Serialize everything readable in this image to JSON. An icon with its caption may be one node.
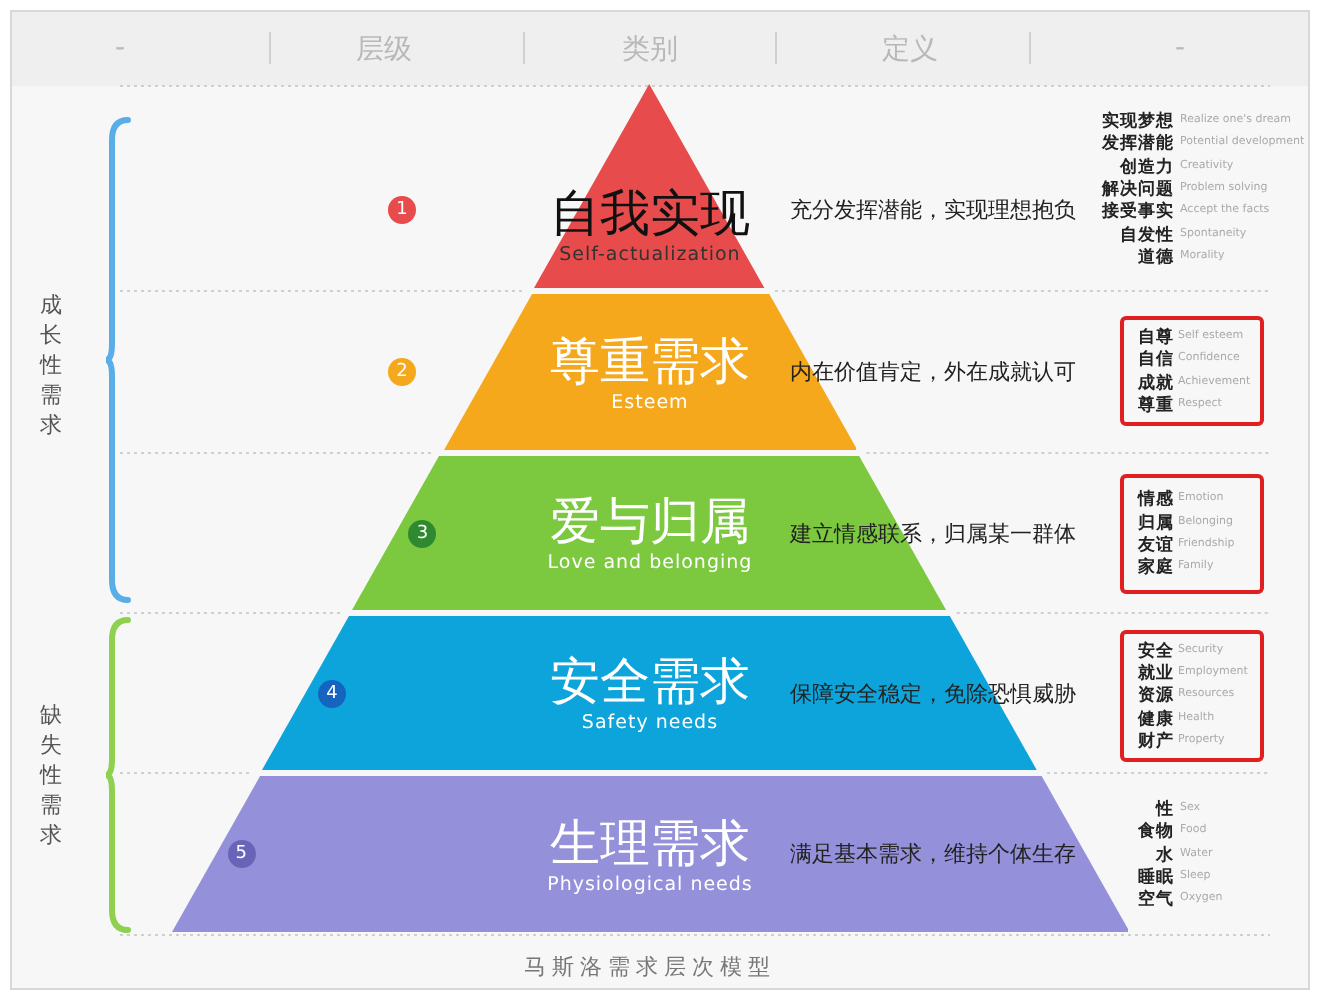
{
  "diagram": {
    "caption": "马斯洛需求层次模型",
    "nodes": [
      {
        "text": [
          "1"
        ]
      },
      {
        "text": [
          "自我实现",
          "Self-actualization"
        ],
        "beside": [
          "充分发挥潜能，实现理想抱负"
        ]
      },
      {
        "text": [
          "2"
        ]
      },
      {
        "text": [
          "尊重需求",
          "Esteem"
        ],
        "beside": [
          "内在价值肯定，外在成就认可"
        ]
      },
      {
        "text": [
          "自尊",
          "Self esteem",
          "自信",
          "Confidence",
          "成就",
          "Achievement",
          "尊重",
          "Respect"
        ]
      },
      {
        "text": [
          "3"
        ],
        "in": 6
      },
      {
        "text": [
          "爱与归属",
          "Love and belonging"
        ],
        "beside": [
          "建立情感联系，归属某一群体"
        ]
      },
      {
        "text": [
          "情感",
          "Emotion",
          "归属",
          "Belonging",
          "友谊",
          "Friendship",
          "家庭",
          "Family"
        ]
      },
      {
        "text": [
          "4"
        ],
        "in": 9
      },
      {
        "text": [
          "安全需求",
          "Safety needs",
          "保障安全稳定，免除恐惧威胁"
        ]
      },
      {
        "text": [
          "安全",
          "Security",
          "就业",
          "Employment",
          "资源",
          "Resources",
          "健康",
          "Health",
          "财产",
          "Property"
        ]
      },
      {
        "text": [
          "5"
        ],
        "in": 12
      },
      {
        "text": [
          "生理需求",
          "Physiological needs",
          "满足基本需求，维持个体生存"
        ]
      }
    ],
    "labels": [
      "-",
      "层级",
      "类别",
      "定义",
      "-",
      "成长性需求",
      "缺失性需求",
      "实现梦想",
      "Realize one's dream",
      "发挥潜能",
      "Potential development",
      "创造力",
      "Creativity",
      "解决问题",
      "Problem solving",
      "接受事实",
      "Accept the facts",
      "自发性",
      "Spontaneity",
      "道德",
      "Morality",
      "性",
      "Sex",
      "食物",
      "Food",
      "水",
      "Water",
      "睡眠",
      "Sleep",
      "空气",
      "Oxygen"
    ]
  }
}
